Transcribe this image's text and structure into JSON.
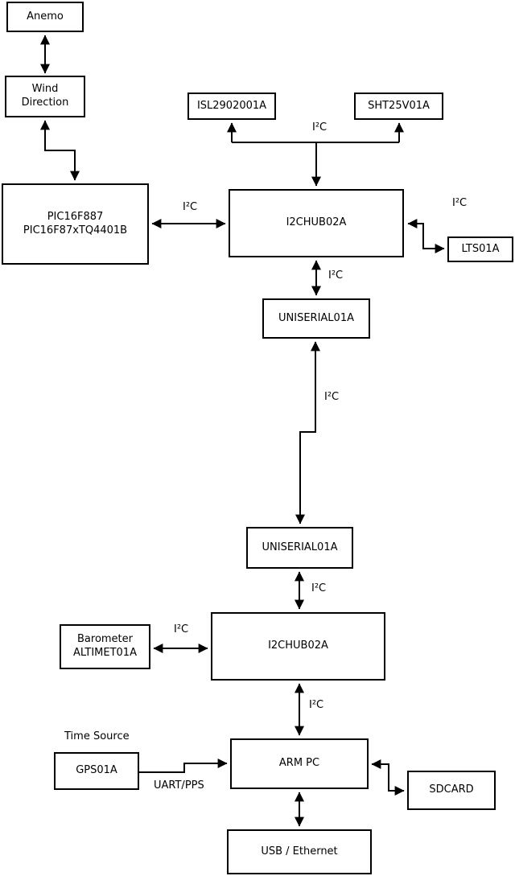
{
  "diagram": {
    "type": "block-diagram",
    "background_color": "#ffffff",
    "line_color": "#000000",
    "nodes": {
      "anemo": {
        "label": "Anemo"
      },
      "wind_direction": {
        "label": "Wind\nDirection"
      },
      "pic": {
        "label": "PIC16F887\nPIC16F87xTQ4401B"
      },
      "isl": {
        "label": "ISL2902001A"
      },
      "sht": {
        "label": "SHT25V01A"
      },
      "i2c_hub_top": {
        "label": "I2CHUB02A"
      },
      "lts": {
        "label": "LTS01A"
      },
      "uniserial_top": {
        "label": "UNISERIAL01A"
      },
      "uniserial_bottom": {
        "label": "UNISERIAL01A"
      },
      "i2c_hub_bottom": {
        "label": "I2CHUB02A"
      },
      "barometer": {
        "label": "Barometer\nALTIMET01A"
      },
      "arm_pc": {
        "label": "ARM PC"
      },
      "gps": {
        "label": "GPS01A"
      },
      "sdcard": {
        "label": "SDCARD"
      },
      "usb_ethernet": {
        "label": "USB / Ethernet"
      }
    },
    "edges": [
      {
        "from": "anemo",
        "to": "wind_direction",
        "label": "",
        "bidirectional": true
      },
      {
        "from": "wind_direction",
        "to": "pic",
        "label": "",
        "bidirectional": true
      },
      {
        "from": "pic",
        "to": "i2c_hub_top",
        "label": "I²C",
        "bidirectional": true
      },
      {
        "from": "i2c_hub_top",
        "to": "isl",
        "label": "I²C",
        "bidirectional": false
      },
      {
        "from": "i2c_hub_top",
        "to": "sht",
        "label": "I²C",
        "bidirectional": false
      },
      {
        "from": "i2c_hub_top",
        "to": "lts",
        "label": "I²C",
        "bidirectional": true
      },
      {
        "from": "i2c_hub_top",
        "to": "uniserial_top",
        "label": "I²C",
        "bidirectional": true
      },
      {
        "from": "uniserial_top",
        "to": "uniserial_bottom",
        "label": "I²C",
        "bidirectional": true
      },
      {
        "from": "uniserial_bottom",
        "to": "i2c_hub_bottom",
        "label": "I²C",
        "bidirectional": true
      },
      {
        "from": "barometer",
        "to": "i2c_hub_bottom",
        "label": "I²C",
        "bidirectional": true
      },
      {
        "from": "i2c_hub_bottom",
        "to": "arm_pc",
        "label": "I²C",
        "bidirectional": true
      },
      {
        "from": "gps",
        "to": "arm_pc",
        "label": "UART/PPS",
        "bidirectional": false
      },
      {
        "from": "arm_pc",
        "to": "sdcard",
        "label": "",
        "bidirectional": true
      },
      {
        "from": "arm_pc",
        "to": "usb_ethernet",
        "label": "",
        "bidirectional": true
      }
    ],
    "annotations": {
      "time_source": "Time Source"
    }
  }
}
